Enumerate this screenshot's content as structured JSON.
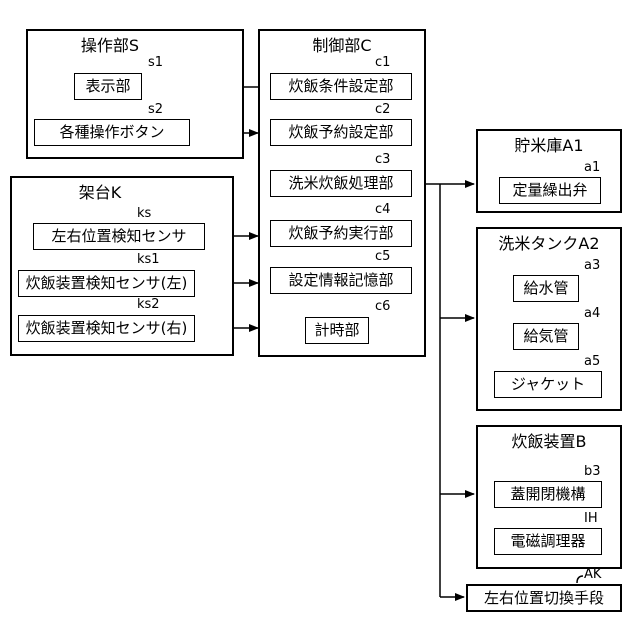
{
  "operation": {
    "title": "操作部S",
    "items": [
      {
        "ref": "s1",
        "label": "表示部"
      },
      {
        "ref": "s2",
        "label": "各種操作ボタン"
      }
    ]
  },
  "frame": {
    "title": "架台K",
    "items": [
      {
        "ref": "ks",
        "label": "左右位置検知センサ"
      },
      {
        "ref": "ks1",
        "label": "炊飯装置検知センサ(左)"
      },
      {
        "ref": "ks2",
        "label": "炊飯装置検知センサ(右)"
      }
    ]
  },
  "control": {
    "title": "制御部C",
    "items": [
      {
        "ref": "c1",
        "label": "炊飯条件設定部"
      },
      {
        "ref": "c2",
        "label": "炊飯予約設定部"
      },
      {
        "ref": "c3",
        "label": "洗米炊飯処理部"
      },
      {
        "ref": "c4",
        "label": "炊飯予約実行部"
      },
      {
        "ref": "c5",
        "label": "設定情報記憶部"
      },
      {
        "ref": "c6",
        "label": "計時部"
      }
    ]
  },
  "storage": {
    "title": "貯米庫A1",
    "items": [
      {
        "ref": "a1",
        "label": "定量繰出弁"
      }
    ]
  },
  "wash_tank": {
    "title": "洗米タンクA2",
    "items": [
      {
        "ref": "a3",
        "label": "給水管"
      },
      {
        "ref": "a4",
        "label": "給気管"
      },
      {
        "ref": "a5",
        "label": "ジャケット"
      }
    ]
  },
  "cooker": {
    "title": "炊飯装置B",
    "items": [
      {
        "ref": "b3",
        "label": "蓋開閉機構"
      },
      {
        "ref": "IH",
        "label": "電磁調理器"
      }
    ]
  },
  "switcher": {
    "ref": "AK",
    "label": "左右位置切換手段"
  }
}
